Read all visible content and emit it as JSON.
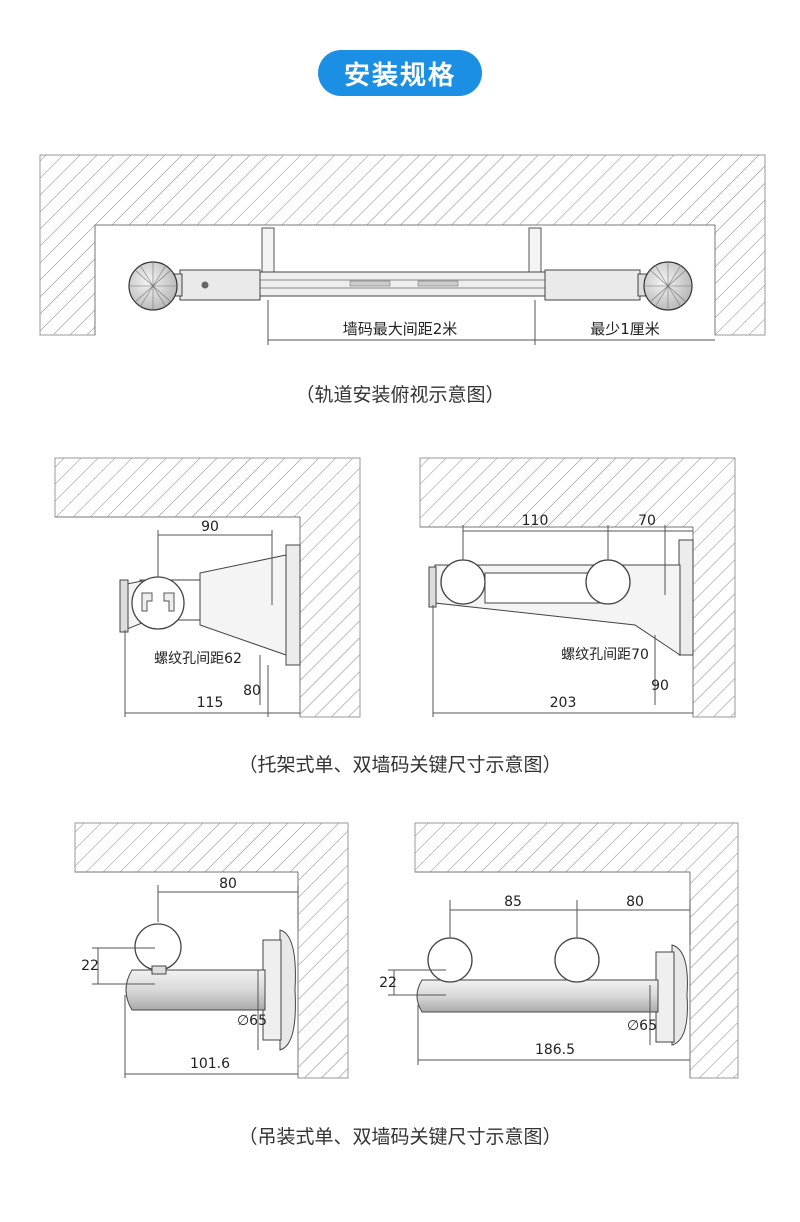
{
  "header": {
    "title": "安装规格"
  },
  "top_view": {
    "label_spacing": "墙码最大间距2米",
    "label_min": "最少1厘米",
    "caption": "（轨道安装俯视示意图）"
  },
  "bracket_single": {
    "dim_width": "90",
    "dim_depth": "115",
    "hole_label": "螺纹孔间距62",
    "dim_h": "80"
  },
  "bracket_double": {
    "dim_a": "110",
    "dim_b": "70",
    "dim_depth": "203",
    "hole_label": "螺纹孔间距70",
    "dim_h": "90"
  },
  "caption_bracket": "（托架式单、双墙码关键尺寸示意图）",
  "hanging_single": {
    "dim_width": "80",
    "dim_h": "22",
    "dim_dia": "∅65",
    "dim_depth": "101.6"
  },
  "hanging_double": {
    "dim_a": "85",
    "dim_b": "80",
    "dim_h": "22",
    "dim_dia": "∅65",
    "dim_depth": "186.5"
  },
  "caption_hanging": "（吊装式单、双墙码关键尺寸示意图）"
}
